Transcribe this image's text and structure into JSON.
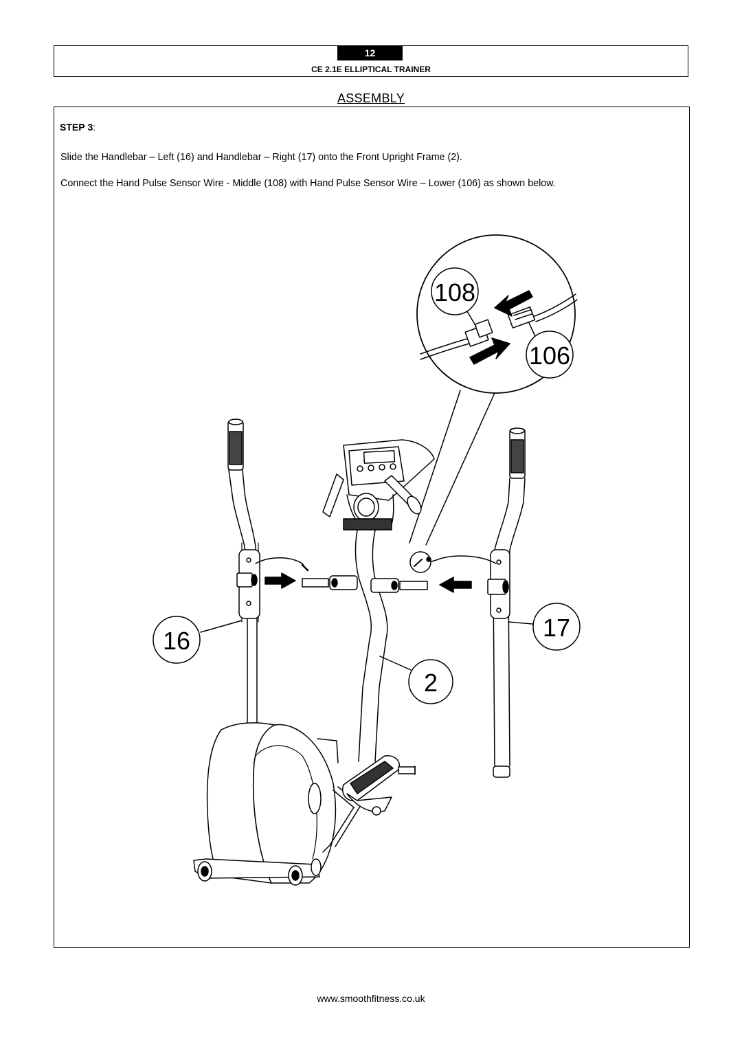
{
  "header": {
    "page_number": "12",
    "document_title": "CE  2.1E ELLIPTICAL TRAINER"
  },
  "section_heading": "ASSEMBLY",
  "step": {
    "label": "STEP",
    "number": "3",
    "separator": ":"
  },
  "instructions": [
    "Slide the Handlebar – Left (16) and Handlebar – Right (17) onto the Front Upright Frame (2).",
    "Connect the Hand Pulse Sensor Wire - Middle (108) with Hand Pulse Sensor Wire – Lower (106) as shown below."
  ],
  "callouts": {
    "wire_middle": "108",
    "wire_lower": "106",
    "handlebar_left": "16",
    "handlebar_right": "17",
    "front_upright_frame": "2"
  },
  "footer": {
    "url": "www.smoothfitness.co.uk"
  }
}
